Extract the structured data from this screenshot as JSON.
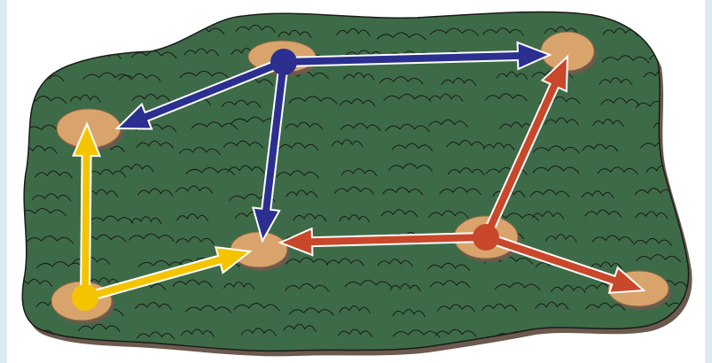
{
  "colors": {
    "background": "#ffffff",
    "edge_tint": "#dbeaf3",
    "forest": "#3e6b47",
    "forest_outline": "#1a1a1a",
    "rock": "#6b5a4d",
    "clearing": "#d9a46c",
    "blue": "#2b2f8f",
    "red": "#c9472a",
    "yellow": "#f5c400",
    "arrow_stroke": "#ffffff"
  },
  "clearings": [
    {
      "name": "clearing-north",
      "label": ""
    },
    {
      "name": "clearing-northeast",
      "label": ""
    },
    {
      "name": "clearing-west",
      "label": ""
    },
    {
      "name": "clearing-southwest",
      "label": ""
    },
    {
      "name": "clearing-center-south",
      "label": ""
    },
    {
      "name": "clearing-east",
      "label": ""
    },
    {
      "name": "clearing-southeast",
      "label": ""
    }
  ],
  "groups": [
    {
      "name": "blue-group",
      "color": "blue",
      "origin": "clearing-north",
      "targets": [
        "clearing-northeast",
        "clearing-west",
        "clearing-center-south"
      ]
    },
    {
      "name": "red-group",
      "color": "red",
      "origin": "clearing-east",
      "targets": [
        "clearing-northeast",
        "clearing-center-south",
        "clearing-southeast"
      ]
    },
    {
      "name": "yellow-group",
      "color": "yellow",
      "origin": "clearing-southwest",
      "targets": [
        "clearing-west",
        "clearing-center-south"
      ]
    }
  ]
}
